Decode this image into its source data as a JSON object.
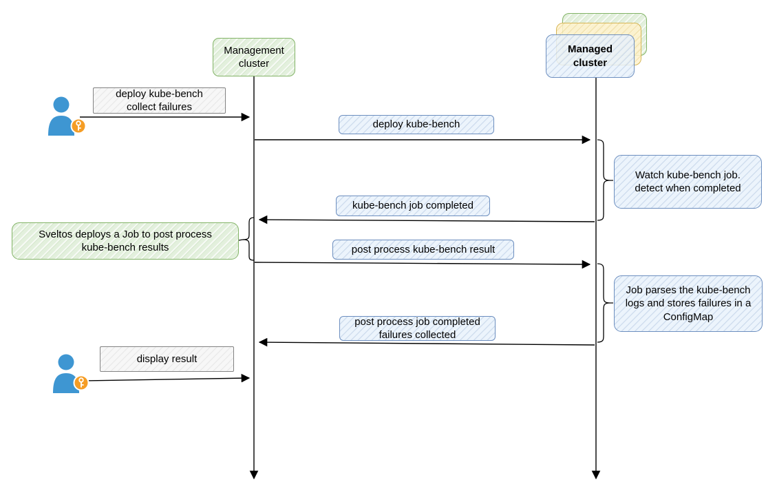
{
  "colors": {
    "green_border": "#82b366",
    "green_fill": "#d5e8d4",
    "blue_border": "#6c8ebf",
    "blue_fill": "#dae8fc",
    "orange_border": "#d6b656",
    "orange_fill": "#fff2cc",
    "gray_border": "#828282",
    "gray_fill": "#f5f5f5",
    "actor_blue": "#3e96d2",
    "badge_orange": "#f59d25",
    "line_color": "#000000"
  },
  "actors": {
    "management": {
      "label": "Management\ncluster"
    },
    "managed": {
      "label": "Managed\ncluster"
    },
    "user": {
      "icon": "person-with-key-icon"
    }
  },
  "messages": {
    "user_request": {
      "label": "deploy kube-bench\ncollect failures"
    },
    "deploy": {
      "label": "deploy kube-bench"
    },
    "job_completed": {
      "label": "kube-bench job completed"
    },
    "post_process": {
      "label": "post process kube-bench result"
    },
    "post_process_done": {
      "label": "post process job completed\nfailures collected"
    },
    "display_result": {
      "label": "display result"
    }
  },
  "notes": {
    "watch_job": {
      "label": "Watch kube-bench job.\ndetect when completed"
    },
    "sveltos": {
      "label": "Sveltos deploys a Job to post process\nkube-bench results"
    },
    "job_parses": {
      "label": "Job parses the kube-bench\nlogs and stores failures in a\nConfigMap"
    }
  }
}
